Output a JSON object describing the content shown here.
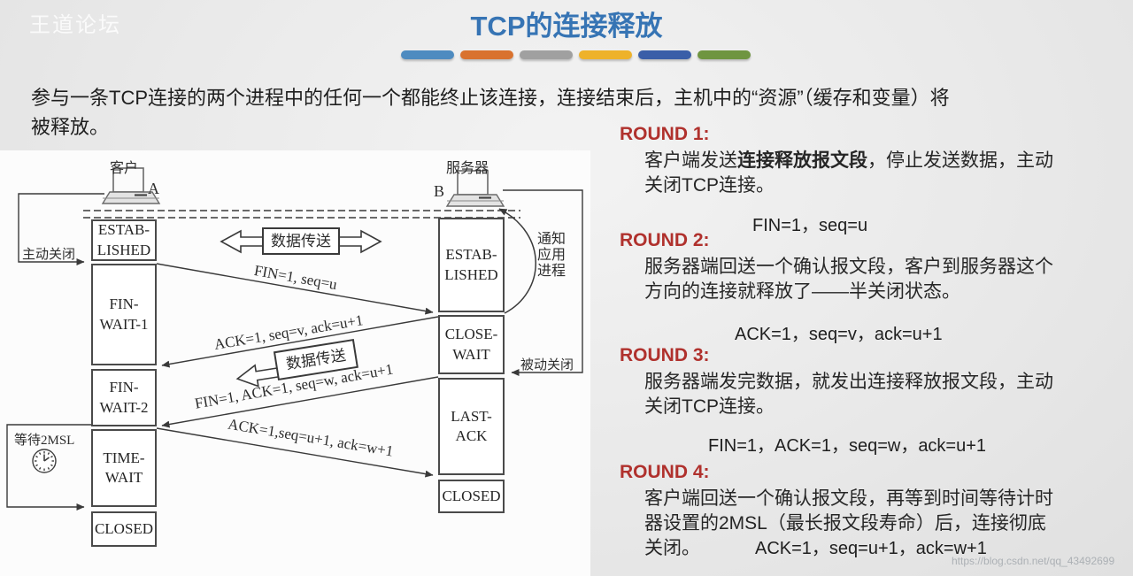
{
  "watermarks": {
    "top_left": "王道论坛",
    "bottom_right": "https://blog.csdn.net/qq_43492699"
  },
  "header": {
    "title": "TCP的连接释放",
    "divider_colors": [
      "#4e8bc0",
      "#d9722e",
      "#a0a0a0",
      "#eeb22a",
      "#3a5ea8",
      "#6f9540"
    ]
  },
  "intro": "参与一条TCP连接的两个进程中的任何一个都能终止该连接，连接结束后，主机中的“资源”（缓存和变量）将被释放。",
  "diagram": {
    "client": {
      "label": "客户",
      "letter": "A"
    },
    "server": {
      "label": "服务器",
      "letter": "B"
    },
    "active_close": "主动关闭",
    "passive_close": "被动关闭",
    "wait_2msl": "等待2MSL",
    "notify_lines": [
      "通知",
      "应用",
      "进程"
    ],
    "data_transfer": "数据传送",
    "client_states": [
      [
        "ESTAB-",
        "LISHED"
      ],
      [
        "FIN-",
        "WAIT-1"
      ],
      [
        "FIN-",
        "WAIT-2"
      ],
      [
        "TIME-",
        "WAIT"
      ],
      [
        "CLOSED",
        ""
      ]
    ],
    "server_states": [
      [
        "ESTAB-",
        "LISHED"
      ],
      [
        "CLOSE-",
        "WAIT"
      ],
      [
        "LAST-",
        "ACK"
      ],
      [
        "CLOSED",
        ""
      ]
    ],
    "messages": [
      "FIN=1, seq=u",
      "ACK=1, seq=v, ack=u+1",
      "FIN=1, ACK=1, seq=w, ack=u+1",
      "ACK=1,seq=u+1, ack=w+1"
    ]
  },
  "rounds": [
    {
      "heading": "ROUND 1:",
      "body_pre": "客户端发送",
      "body_bold": "连接释放报文段",
      "body_post": "，停止发送数据，主动关闭TCP连接。",
      "formula": "FIN=1，seq=u"
    },
    {
      "heading": "ROUND 2:",
      "body_pre": "服务器端回送一个确认报文段，客户到服务器这个方向的连接就释放了——半关闭状态。",
      "body_bold": "",
      "body_post": "",
      "formula": "ACK=1，seq=v，ack=u+1"
    },
    {
      "heading": "ROUND 3:",
      "body_pre": "服务器端发完数据，就发出连接释放报文段，主动关闭TCP连接。",
      "body_bold": "",
      "body_post": "",
      "formula": "FIN=1，ACK=1，seq=w，ack=u+1"
    },
    {
      "heading": "ROUND 4:",
      "body_pre": "客户端回送一个确认报文段，再等到时间等待计时器设置的2MSL（最长报文段寿命）后，连接彻底",
      "body_tail": "关闭。",
      "formula": "ACK=1，seq=u+1，ack=w+1"
    }
  ]
}
